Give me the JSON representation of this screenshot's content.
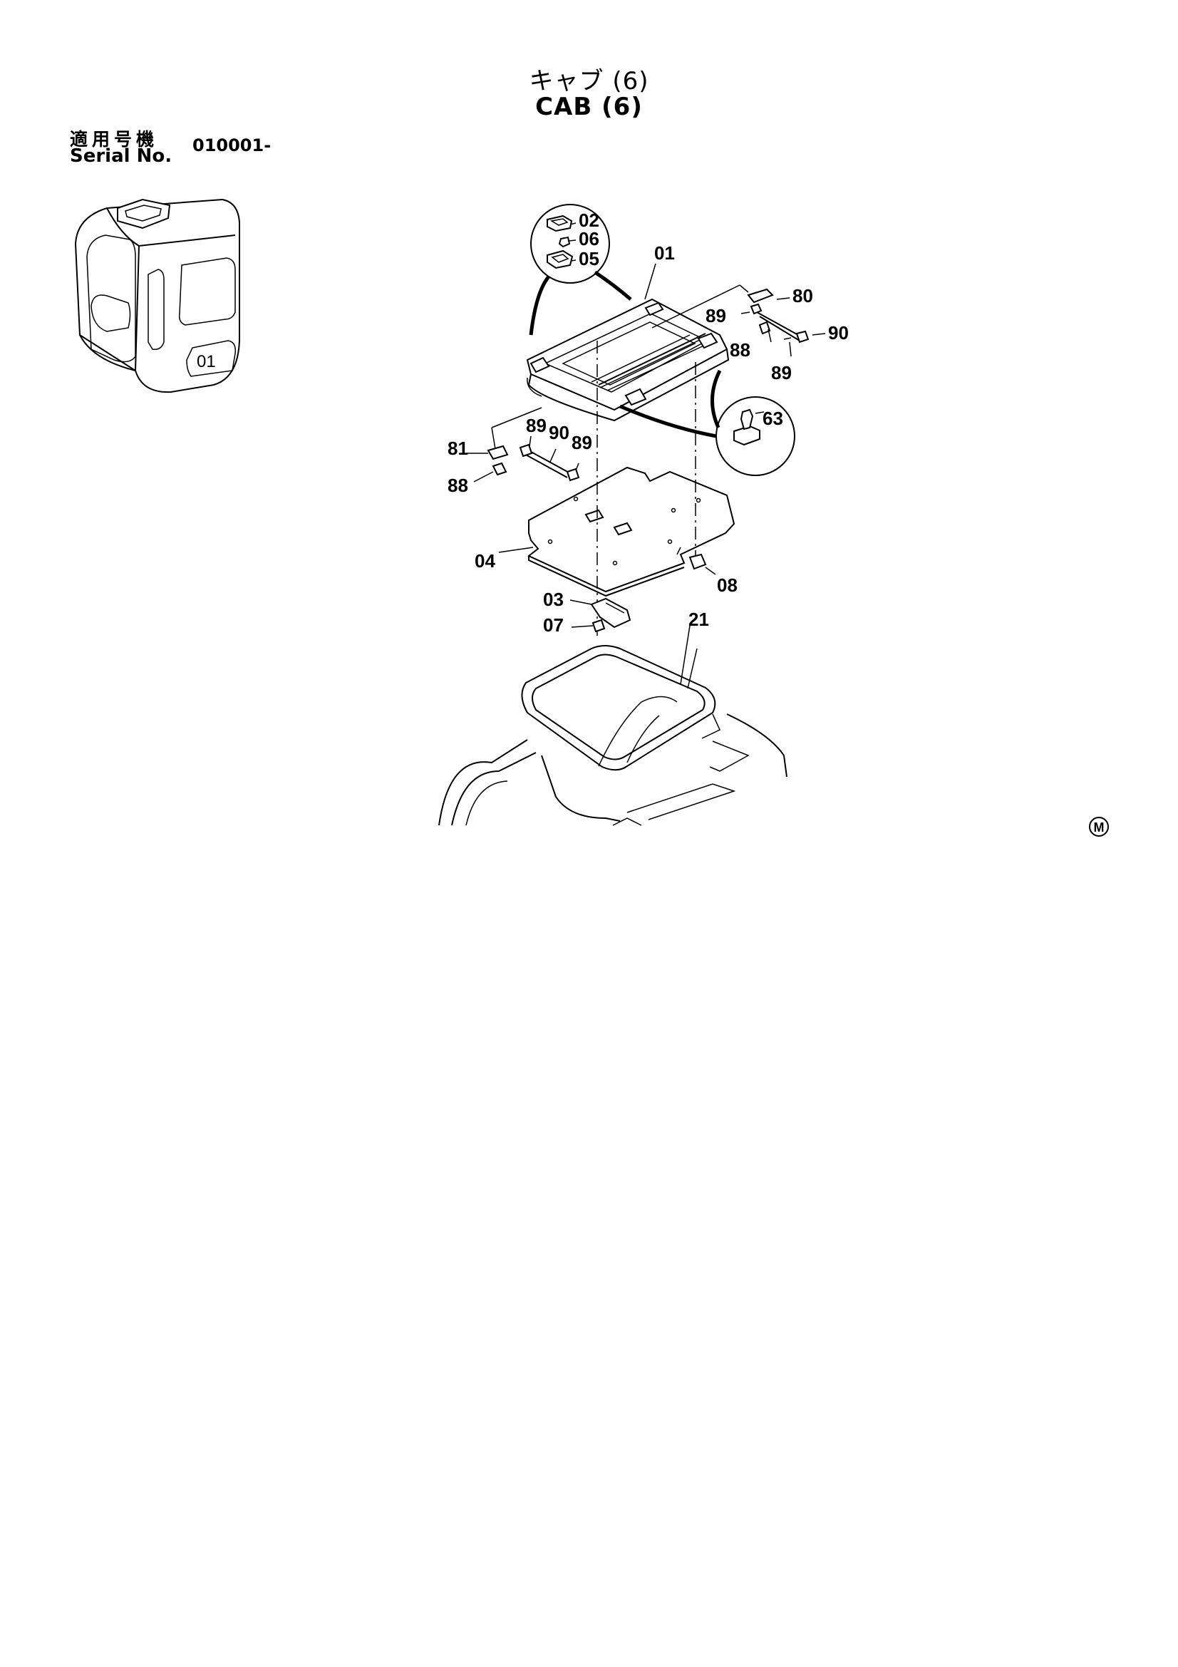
{
  "header": {
    "title_ja": "キャブ (6)",
    "title_en": "CAB (6)",
    "serial_label_ja": "適用号機",
    "serial_label_en": "Serial No.",
    "serial_value": "010001-"
  },
  "parts": {
    "p01": "01",
    "p02": "02",
    "p03": "03",
    "p04": "04",
    "p05": "05",
    "p06": "06",
    "p07": "07",
    "p08": "08",
    "p21": "21",
    "p63": "63",
    "p80": "80",
    "p81": "81",
    "p88a": "88",
    "p88b": "88",
    "p89a": "89",
    "p89b": "89",
    "p89c": "89",
    "p89d": "89",
    "p90a": "90",
    "p90b": "90"
  },
  "corner_mark": "M"
}
